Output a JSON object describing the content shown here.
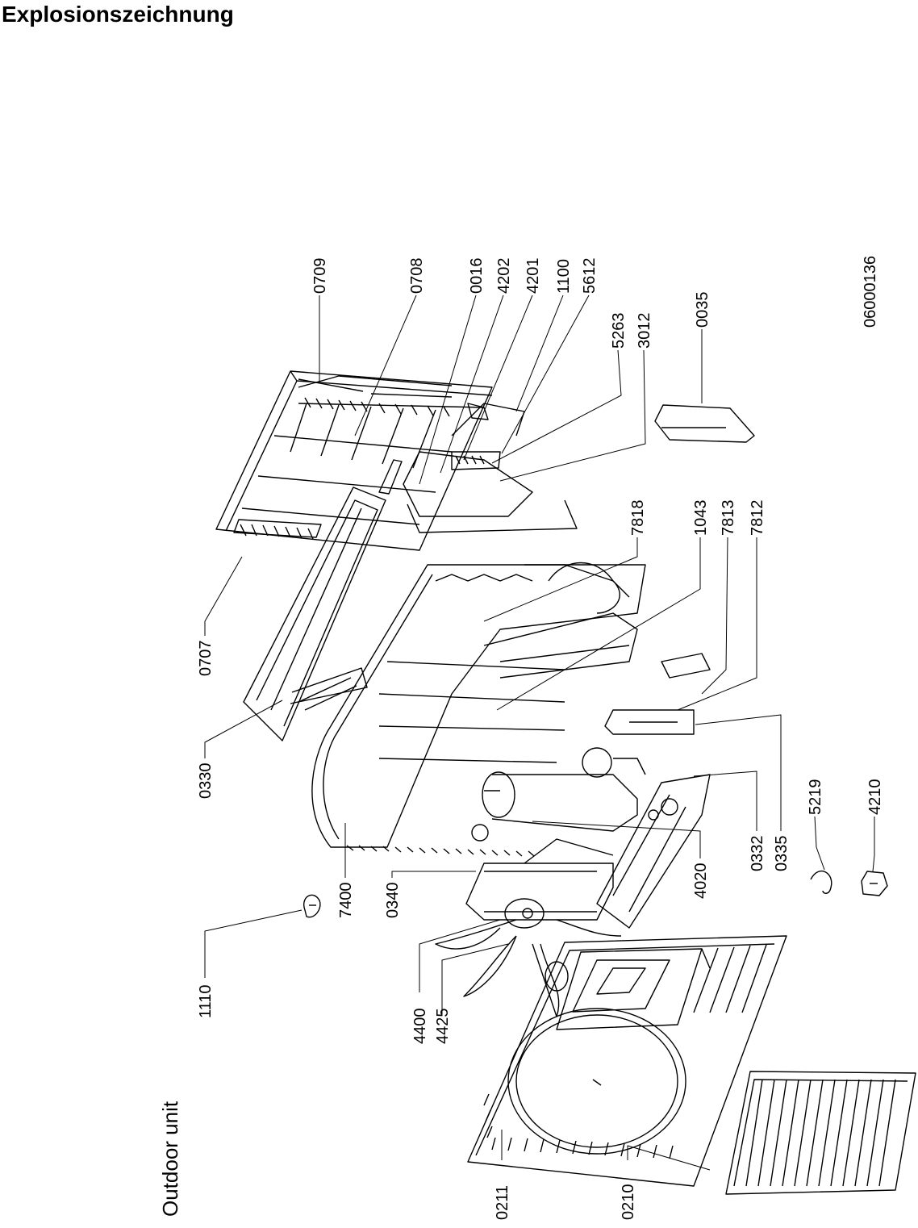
{
  "header": {
    "title": "Explosionszeichnung"
  },
  "drawing": {
    "subtitle": "Outdoor unit",
    "drawing_number": "06000136",
    "colors": {
      "line": "#000000",
      "background": "#ffffff"
    },
    "part_labels": [
      {
        "id": "0709"
      },
      {
        "id": "0708"
      },
      {
        "id": "0016"
      },
      {
        "id": "4202"
      },
      {
        "id": "4201"
      },
      {
        "id": "1100"
      },
      {
        "id": "5612"
      },
      {
        "id": "5263"
      },
      {
        "id": "3012"
      },
      {
        "id": "0035"
      },
      {
        "id": "0707"
      },
      {
        "id": "7818"
      },
      {
        "id": "1043"
      },
      {
        "id": "7813"
      },
      {
        "id": "7812"
      },
      {
        "id": "0330"
      },
      {
        "id": "1110"
      },
      {
        "id": "7400"
      },
      {
        "id": "0340"
      },
      {
        "id": "4020"
      },
      {
        "id": "0332"
      },
      {
        "id": "0335"
      },
      {
        "id": "5219"
      },
      {
        "id": "4210"
      },
      {
        "id": "4400"
      },
      {
        "id": "4425"
      },
      {
        "id": "0211"
      },
      {
        "id": "0210"
      }
    ]
  }
}
